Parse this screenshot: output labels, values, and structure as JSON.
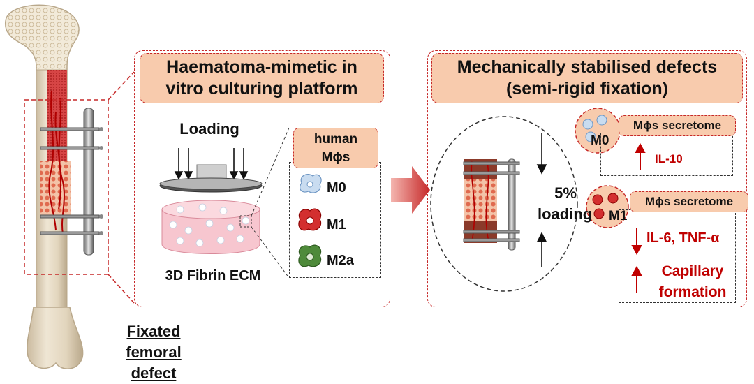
{
  "bone": {
    "caption_line1": "Fixated",
    "caption_line2": "femoral defect"
  },
  "panel_left": {
    "title_line1": "Haematoma-mimetic in",
    "title_line2": "vitro culturing platform",
    "loading_label": "Loading",
    "ecm_label": "3D Fibrin ECM",
    "macrophages": {
      "header_line1": "human",
      "header_line2": "Mϕs",
      "types": [
        {
          "label": "M0",
          "color": "#9ec3e6"
        },
        {
          "label": "M1",
          "color": "#d32f2f"
        },
        {
          "label": "M2a",
          "color": "#4e8a3a"
        }
      ]
    }
  },
  "panel_right": {
    "title_line1": "Mechanically stabilised defects",
    "title_line2": "(semi-rigid fixation)",
    "loading_line1": "5%",
    "loading_line2": "loading",
    "m0_group": {
      "cell_label": "M0",
      "header": "Mϕs secretome",
      "result": "IL-10",
      "direction": "up"
    },
    "m1_group": {
      "cell_label": "M1",
      "header": "Mϕs secretome",
      "result1": "IL-6, TNF-α",
      "result1_direction": "down",
      "result2_line1": "Capillary",
      "result2_line2": "formation",
      "result2_direction": "up"
    }
  },
  "colors": {
    "accent_red": "#c62828",
    "header_fill": "#f8cbad",
    "bone": "#e8dcc6",
    "text_red": "#c00000"
  }
}
